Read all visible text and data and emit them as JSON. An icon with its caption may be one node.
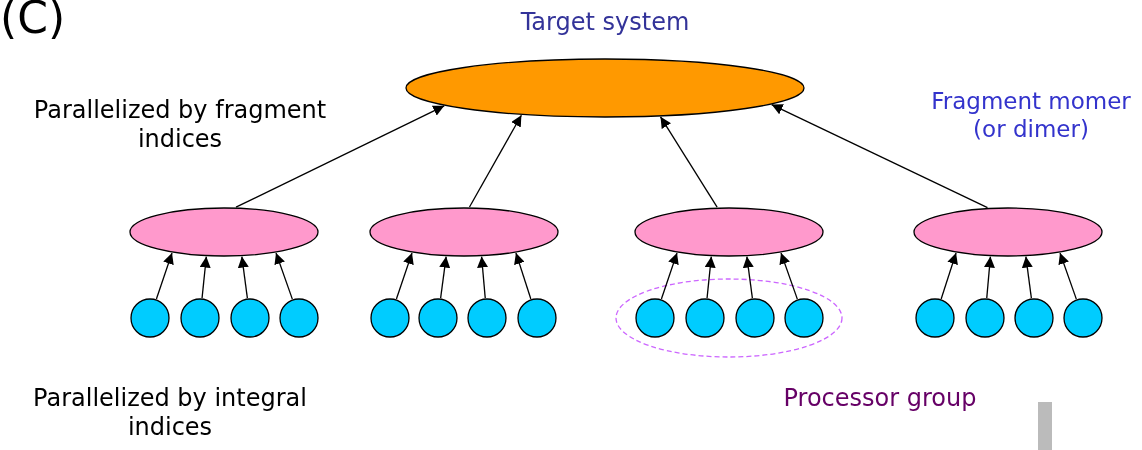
{
  "diagram": {
    "nodes": [
      {
        "text": [
          "Target system"
        ]
      },
      {
        "text": [],
        "shape": "ellipse"
      },
      {
        "text": [],
        "shape": "ellipse"
      },
      {
        "text": [],
        "shape": "ellipse"
      },
      {
        "text": [],
        "shape": "ellipse"
      },
      {
        "text": [],
        "shape": "circle"
      },
      {
        "text": [],
        "shape": "circle"
      },
      {
        "text": [],
        "shape": "circle"
      },
      {
        "text": [],
        "shape": "circle"
      },
      {
        "text": [],
        "shape": "circle"
      },
      {
        "text": [],
        "shape": "circle"
      },
      {
        "text": [],
        "shape": "circle"
      },
      {
        "text": [],
        "shape": "circle"
      },
      {
        "text": [],
        "shape": "ellipse"
      },
      {
        "text": [],
        "shape": "circle",
        "in": 13
      },
      {
        "text": [],
        "shape": "circle",
        "in": 13
      },
      {
        "text": [],
        "shape": "circle",
        "in": 13
      },
      {
        "text": [],
        "shape": "circle",
        "in": 13
      },
      {
        "text": [],
        "shape": "circle"
      },
      {
        "text": [],
        "shape": "circle"
      },
      {
        "text": [],
        "shape": "circle"
      },
      {
        "text": [],
        "shape": "circle"
      }
    ],
    "edges": [
      {
        "from": 1,
        "to": 0,
        "arrow": "to"
      },
      {
        "from": 2,
        "to": 0,
        "arrow": "to"
      },
      {
        "from": 3,
        "to": 0,
        "arrow": "to"
      },
      {
        "from": 4,
        "to": 0,
        "arrow": "to"
      },
      {
        "from": 5,
        "to": 1,
        "arrow": "to"
      },
      {
        "from": 6,
        "to": 1,
        "arrow": "to"
      },
      {
        "from": 7,
        "to": 1,
        "arrow": "to"
      },
      {
        "from": 8,
        "to": 1,
        "arrow": "to"
      },
      {
        "from": 9,
        "to": 2,
        "arrow": "to"
      },
      {
        "from": 10,
        "to": 2,
        "arrow": "to"
      },
      {
        "from": 11,
        "to": 2,
        "arrow": "to"
      },
      {
        "from": 12,
        "to": 2,
        "arrow": "to"
      },
      {
        "from": 14,
        "to": 3,
        "arrow": "to"
      },
      {
        "from": 15,
        "to": 3,
        "arrow": "to"
      },
      {
        "from": 16,
        "to": 3,
        "arrow": "to"
      },
      {
        "from": 17,
        "to": 3,
        "arrow": "to"
      },
      {
        "from": 18,
        "to": 4,
        "arrow": "to"
      },
      {
        "from": 19,
        "to": 4,
        "arrow": "to"
      },
      {
        "from": 20,
        "to": 4,
        "arrow": "to"
      },
      {
        "from": 21,
        "to": 4,
        "arrow": "to"
      }
    ],
    "labels": [
      "(C)",
      "Parallelized by fragment indices",
      "Fragment momer (or dimer)",
      "Parallelized by integral indices",
      "Processor group"
    ]
  }
}
